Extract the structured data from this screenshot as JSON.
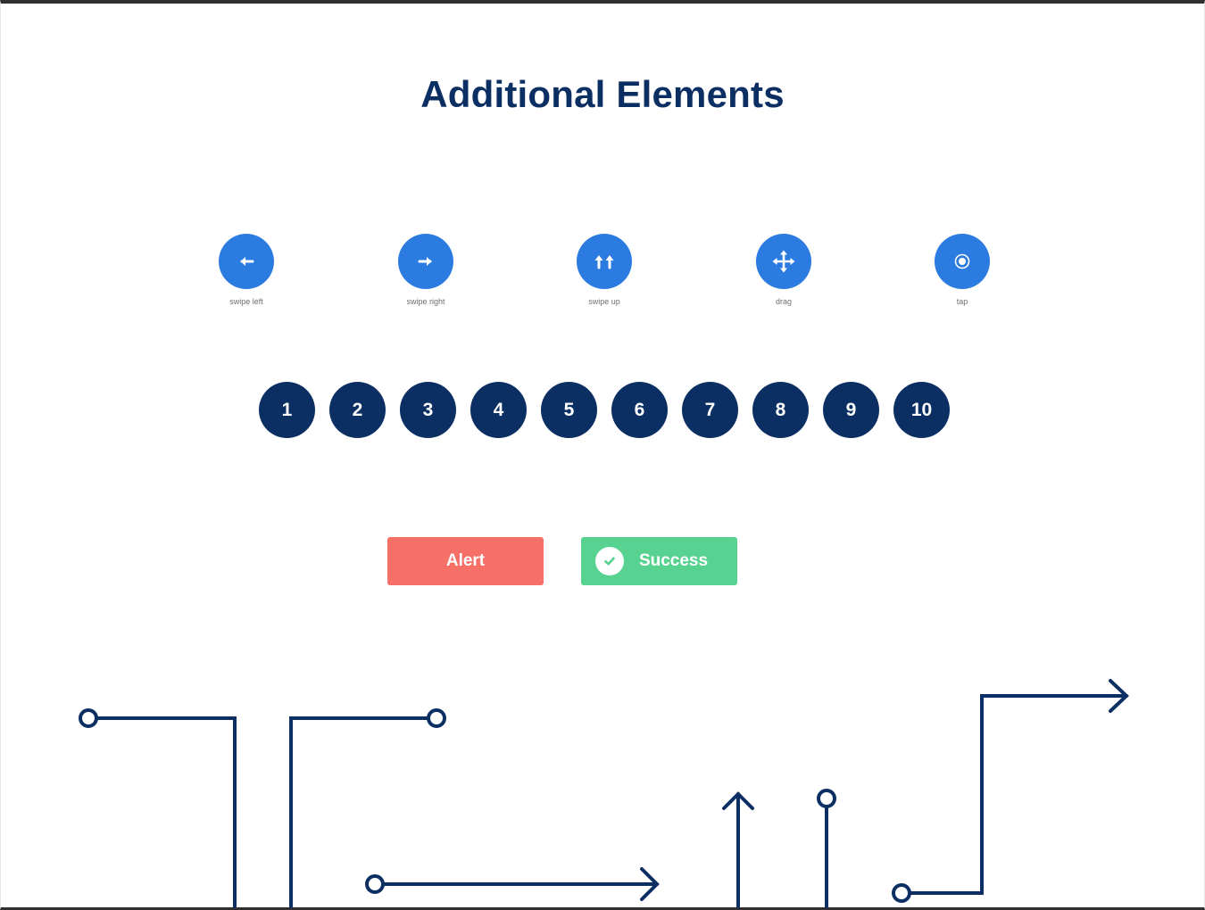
{
  "title": "Additional Elements",
  "gestures": [
    {
      "label": "swipe left",
      "icon": "arrow-left-icon"
    },
    {
      "label": "swipe right",
      "icon": "arrow-right-icon"
    },
    {
      "label": "swipe up",
      "icon": "double-arrow-up-icon"
    },
    {
      "label": "drag",
      "icon": "move-icon"
    },
    {
      "label": "tap",
      "icon": "tap-target-icon"
    }
  ],
  "numbers": [
    "1",
    "2",
    "3",
    "4",
    "5",
    "6",
    "7",
    "8",
    "9",
    "10"
  ],
  "buttons": {
    "alert": "Alert",
    "success": "Success"
  },
  "colors": {
    "navy": "#0c2f63",
    "blue": "#2b7be0",
    "alert": "#f77068",
    "success": "#57d290"
  }
}
